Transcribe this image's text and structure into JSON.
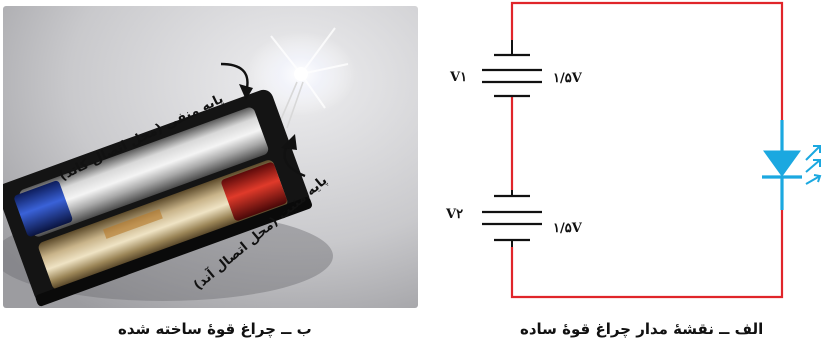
{
  "photo": {
    "callout_negative": "پایه منفی (محل اتصال کاتد)",
    "callout_positive": "پایه مثبت (محل اتصال آند)"
  },
  "circuit": {
    "battery_1": {
      "name": "V۱",
      "voltage": "۱/۵V"
    },
    "battery_2": {
      "name": "V۲",
      "voltage": "۱/۵V"
    }
  },
  "captions": {
    "right": "الف ــ نقشهٔ مدار چراغ قوهٔ ساده",
    "left": "ب ــ چراغ قوهٔ ساخته شده"
  },
  "colors": {
    "wire": "#e0252a",
    "led": "#1ba8e0",
    "background": "#ffffff"
  }
}
